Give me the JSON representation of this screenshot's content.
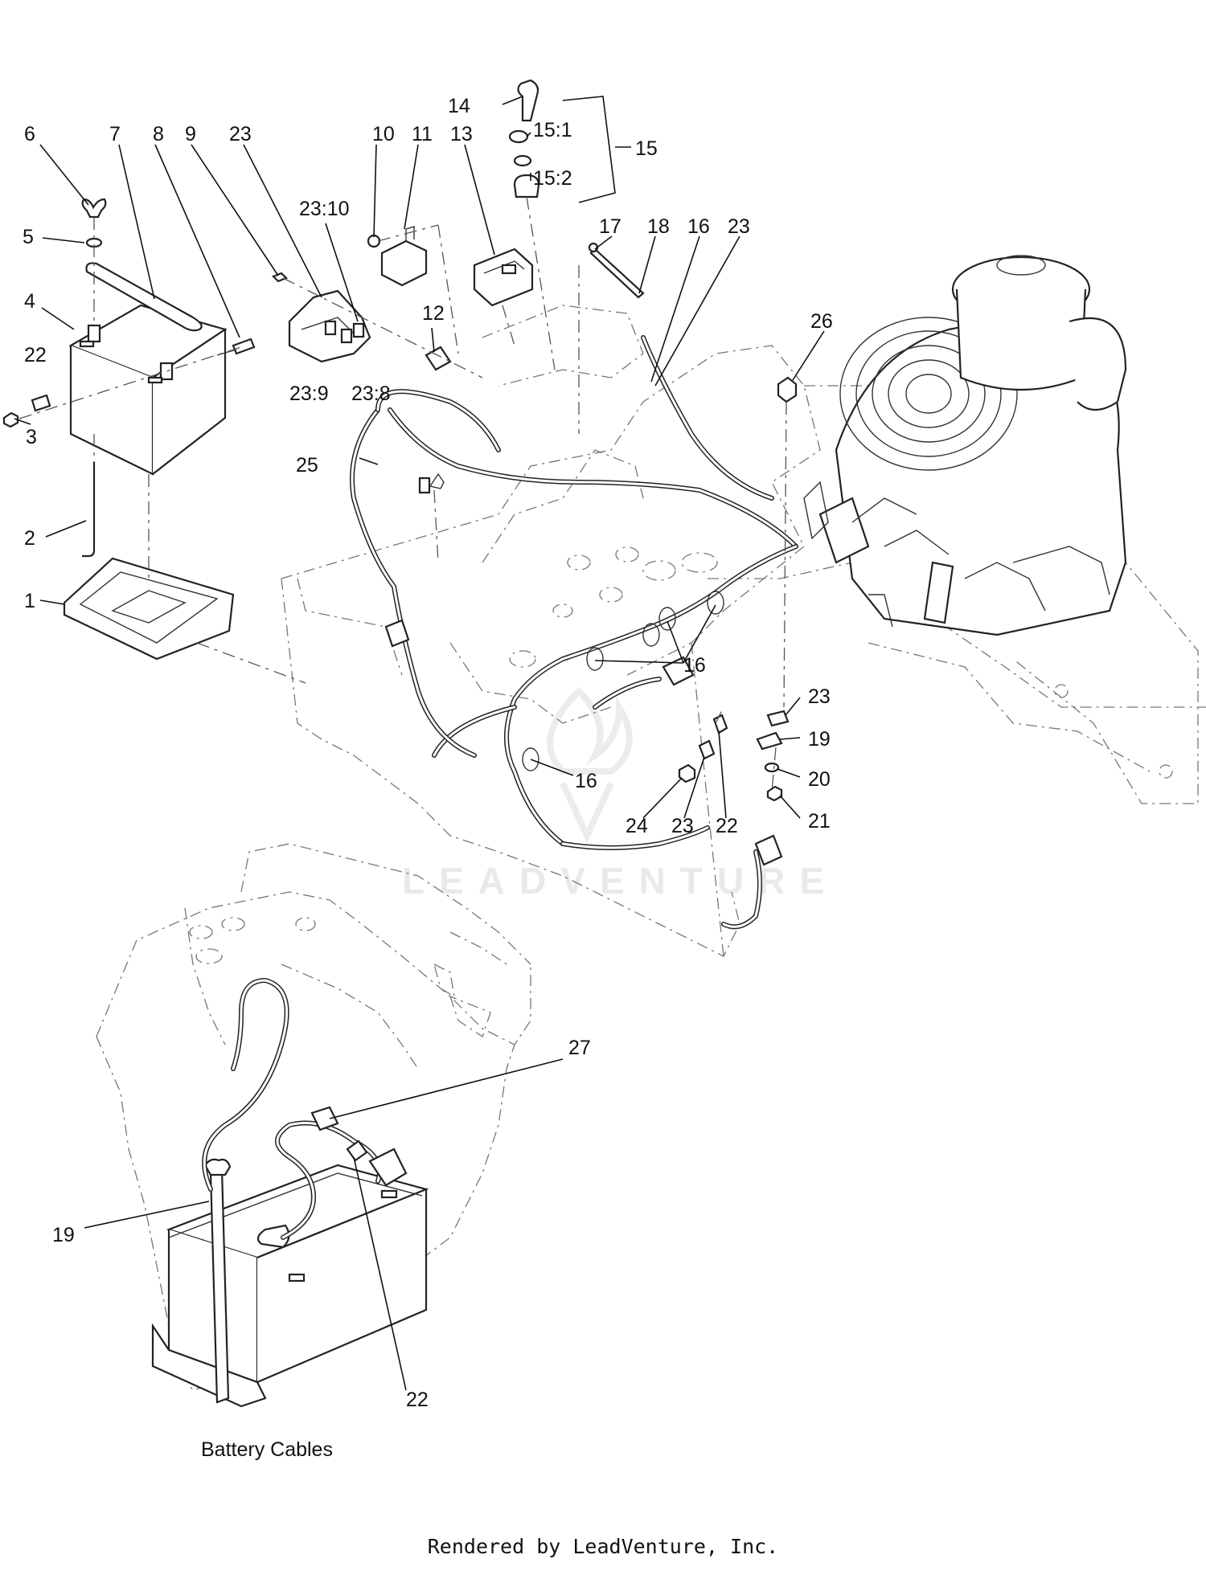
{
  "watermark": "LEADVENTURE",
  "callouts": [
    {
      "id": "c1",
      "label": "1"
    },
    {
      "id": "c2",
      "label": "2"
    },
    {
      "id": "c3",
      "label": "3"
    },
    {
      "id": "c4",
      "label": "4"
    },
    {
      "id": "c5",
      "label": "5"
    },
    {
      "id": "c6",
      "label": "6"
    },
    {
      "id": "c7",
      "label": "7"
    },
    {
      "id": "c8",
      "label": "8"
    },
    {
      "id": "c9",
      "label": "9"
    },
    {
      "id": "c10",
      "label": "10"
    },
    {
      "id": "c11",
      "label": "11"
    },
    {
      "id": "c12",
      "label": "12"
    },
    {
      "id": "c13",
      "label": "13"
    },
    {
      "id": "c14",
      "label": "14"
    },
    {
      "id": "c15",
      "label": "15"
    },
    {
      "id": "c15_1",
      "label": "15:1"
    },
    {
      "id": "c15_2",
      "label": "15:2"
    },
    {
      "id": "c16a",
      "label": "16"
    },
    {
      "id": "c16b",
      "label": "16"
    },
    {
      "id": "c16c",
      "label": "16"
    },
    {
      "id": "c17",
      "label": "17"
    },
    {
      "id": "c18",
      "label": "18"
    },
    {
      "id": "c19a",
      "label": "19"
    },
    {
      "id": "c19b",
      "label": "19"
    },
    {
      "id": "c20",
      "label": "20"
    },
    {
      "id": "c21",
      "label": "21"
    },
    {
      "id": "c22a",
      "label": "22"
    },
    {
      "id": "c22b",
      "label": "22"
    },
    {
      "id": "c22c",
      "label": "22"
    },
    {
      "id": "c23a",
      "label": "23"
    },
    {
      "id": "c23b",
      "label": "23"
    },
    {
      "id": "c23c",
      "label": "23"
    },
    {
      "id": "c23d",
      "label": "23"
    },
    {
      "id": "c23_8",
      "label": "23:8"
    },
    {
      "id": "c23_9",
      "label": "23:9"
    },
    {
      "id": "c23_10",
      "label": "23:10"
    },
    {
      "id": "c24",
      "label": "24"
    },
    {
      "id": "c25",
      "label": "25"
    },
    {
      "id": "c26",
      "label": "26"
    },
    {
      "id": "c27",
      "label": "27"
    }
  ],
  "caption": "Battery Cables",
  "footer": "Rendered by LeadVenture, Inc."
}
